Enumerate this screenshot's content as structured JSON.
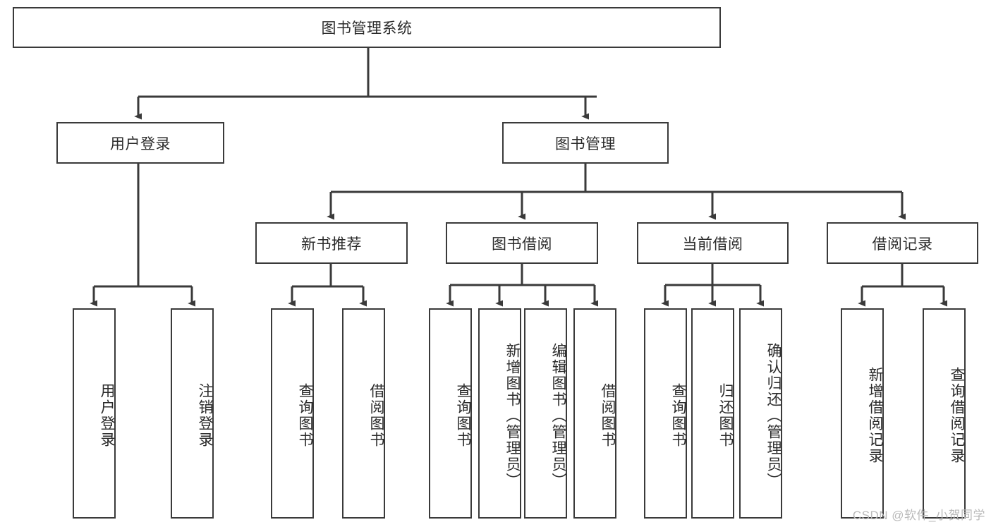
{
  "diagram": {
    "title": "图书管理系统",
    "type": "tree-hierarchy",
    "watermark": "CSDN @软件_小贺同学",
    "colors": {
      "box_border": "#3a3a3a",
      "box_fill": "#ffffff",
      "connector": "#3a3a3a",
      "text": "#2b2b2b",
      "watermark": "#b9b9b9",
      "background": "#ffffff"
    },
    "levels": {
      "root": {
        "label": "图书管理系统"
      },
      "level2": [
        {
          "label": "用户登录"
        },
        {
          "label": "图书管理"
        }
      ],
      "level3": [
        {
          "label": "新书推荐"
        },
        {
          "label": "图书借阅"
        },
        {
          "label": "当前借阅"
        },
        {
          "label": "借阅记录"
        }
      ],
      "leaves": {
        "用户登录": [
          {
            "label": "用户登录"
          },
          {
            "label": "注销登录"
          }
        ],
        "新书推荐": [
          {
            "label": "查询图书"
          },
          {
            "label": "借阅图书"
          }
        ],
        "图书借阅": [
          {
            "label": "查询图书"
          },
          {
            "label": "新增图书（管理员）"
          },
          {
            "label": "编辑图书（管理员）"
          },
          {
            "label": "借阅图书"
          }
        ],
        "当前借阅": [
          {
            "label": "查询图书"
          },
          {
            "label": "归还图书"
          },
          {
            "label": "确认归还（管理员）"
          }
        ],
        "借阅记录": [
          {
            "label": "新增借阅记录"
          },
          {
            "label": "查询借阅记录"
          }
        ]
      }
    },
    "nodes": {
      "root": "图书管理系统",
      "user_login": "用户登录",
      "book_manage": "图书管理",
      "new_book_rec": "新书推荐",
      "book_borrow": "图书借阅",
      "current_borrow": "当前借阅",
      "borrow_record": "借阅记录",
      "leaf_user_login": "用户登录",
      "leaf_logout": "注销登录",
      "leaf_query_book_1": "查询图书",
      "leaf_borrow_book_1": "借阅图书",
      "leaf_query_book_2": "查询图书",
      "leaf_add_book": "新增图书（管理员）",
      "leaf_edit_book": "编辑图书（管理员）",
      "leaf_borrow_book_2": "借阅图书",
      "leaf_query_book_3": "查询图书",
      "leaf_return_book": "归还图书",
      "leaf_confirm_return": "确认归还（管理员）",
      "leaf_add_record": "新增借阅记录",
      "leaf_query_record": "查询借阅记录"
    }
  }
}
